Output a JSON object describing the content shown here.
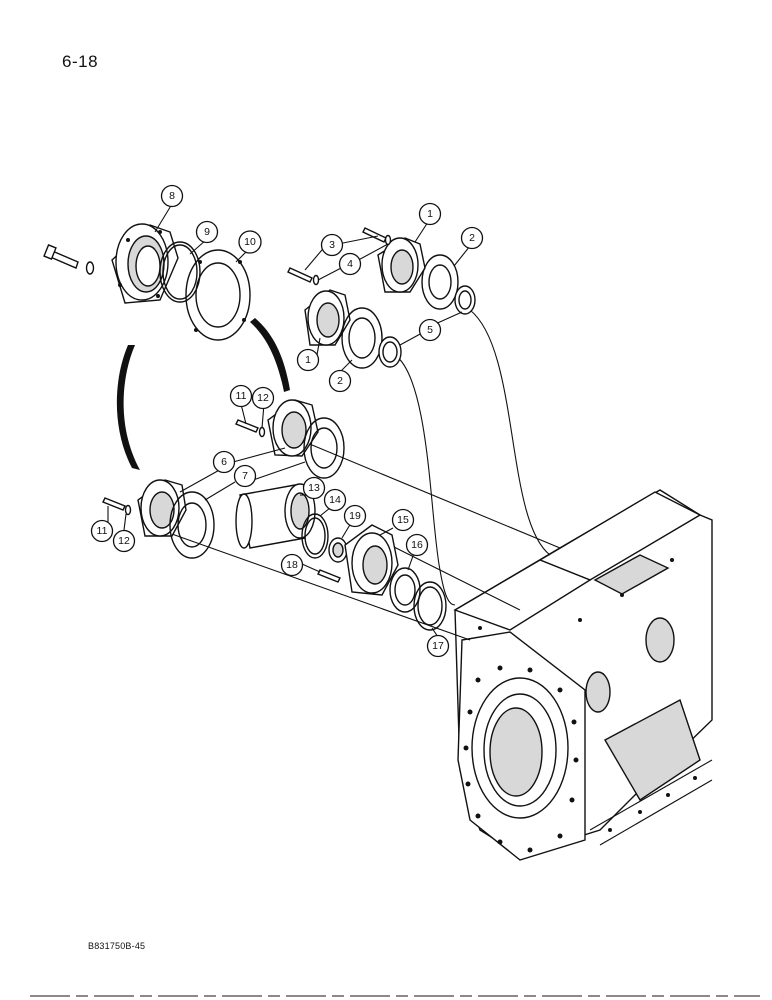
{
  "page": {
    "page_number": "6-18",
    "figure_code": "B831750B-45"
  },
  "callouts": [
    "1",
    "2",
    "3",
    "4",
    "5",
    "6",
    "7",
    "8",
    "9",
    "10",
    "11",
    "12",
    "13",
    "14",
    "15",
    "16",
    "17",
    "18",
    "19"
  ]
}
